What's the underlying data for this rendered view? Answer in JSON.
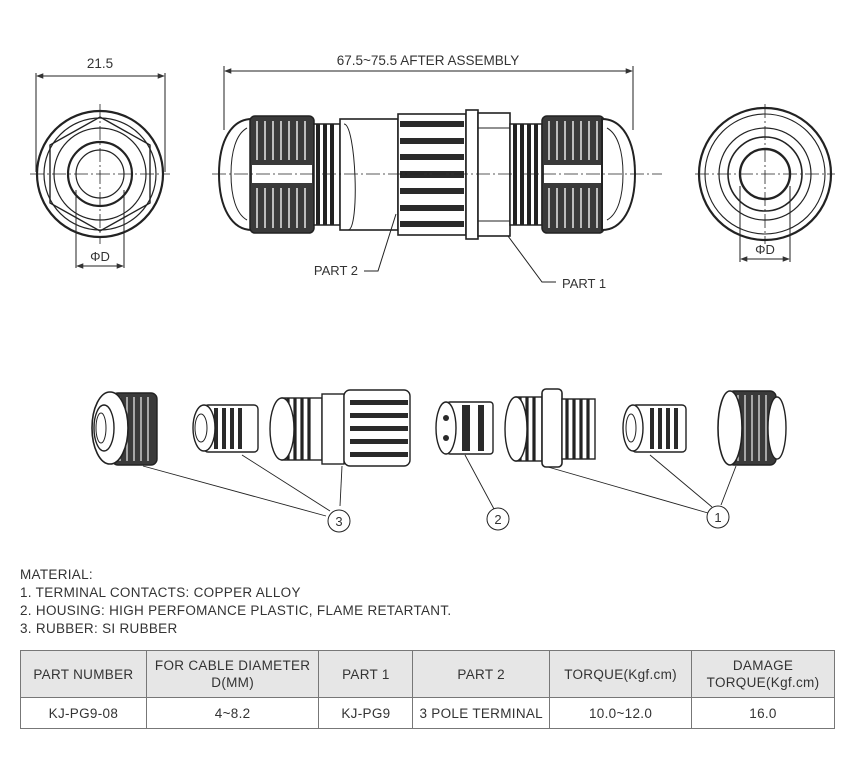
{
  "dimensions": {
    "width_label": "21.5",
    "length_label": "67.5~75.5 AFTER ASSEMBLY",
    "diameter_label_left": "ΦD",
    "diameter_label_right": "ΦD"
  },
  "callouts": {
    "part2": "PART 2",
    "part1": "PART 1"
  },
  "balloons": [
    "3",
    "2",
    "1"
  ],
  "material": {
    "heading": "MATERIAL:",
    "items": [
      "1. TERMINAL CONTACTS: COPPER ALLOY",
      "2. HOUSING: HIGH PERFOMANCE PLASTIC, FLAME RETARTANT.",
      "3. RUBBER: SI RUBBER"
    ]
  },
  "table": {
    "headers": [
      "PART NUMBER",
      "FOR CABLE DIAMETER D(MM)",
      "PART 1",
      "PART 2",
      "TORQUE(Kgf.cm)",
      "DAMAGE TORQUE(Kgf.cm)"
    ],
    "rows": [
      [
        "KJ-PG9-08",
        "4~8.2",
        "KJ-PG9",
        "3 POLE TERMINAL",
        "10.0~12.0",
        "16.0"
      ]
    ]
  }
}
